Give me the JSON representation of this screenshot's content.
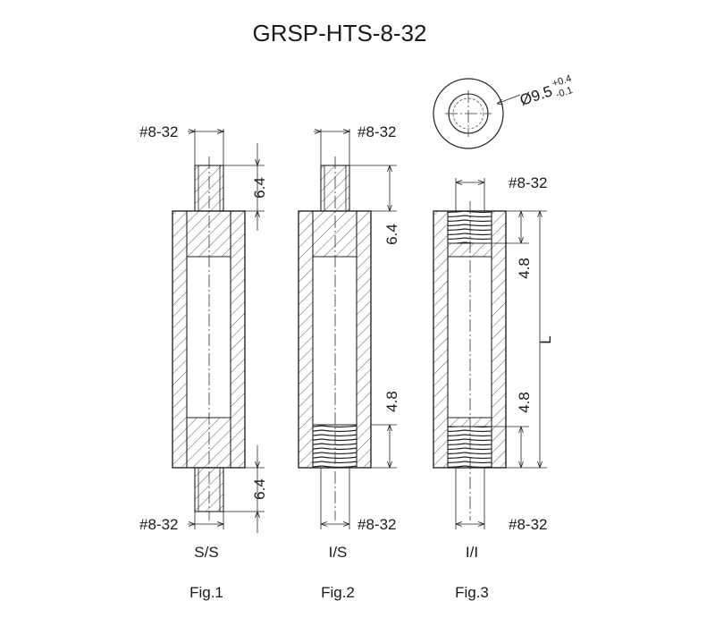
{
  "title": "GRSP-HTS-8-32",
  "thread": "#8-32",
  "dim_6_4": "6.4",
  "dim_4_8": "4.8",
  "dim_L": "L",
  "diameter": {
    "value": "Ø9.5",
    "tol_upper": "+0.4",
    "tol_lower": "-0.1"
  },
  "figures": [
    {
      "type": "S/S",
      "caption": "Fig.1"
    },
    {
      "type": "I/S",
      "caption": "Fig.2"
    },
    {
      "type": "I/I",
      "caption": "Fig.3"
    }
  ]
}
